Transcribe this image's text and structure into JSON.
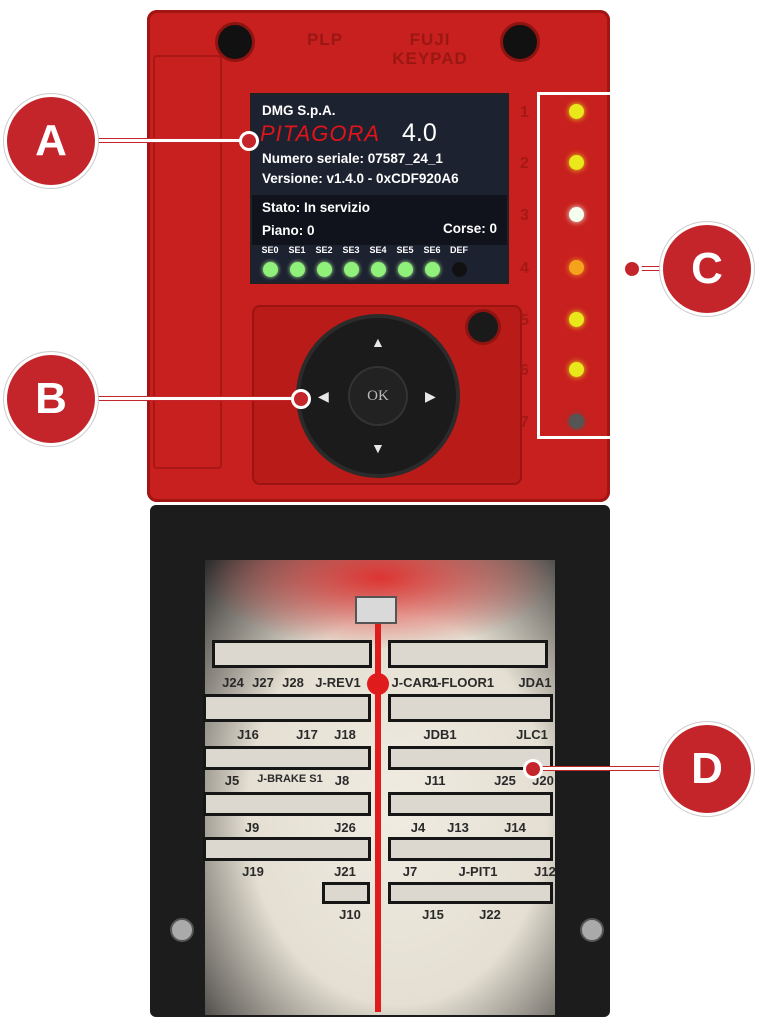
{
  "keypad": {
    "brand_left": "PLP",
    "brand_right": "FUJI\nKEYPAD",
    "ok_label": "OK"
  },
  "screen": {
    "company": "DMG S.p.A.",
    "logo": "PITAGORA",
    "logo_version": "4.0",
    "serial": "Numero seriale: 07587_24_1",
    "version": "Versione: v1.4.0 - 0xCDF920A6",
    "status": "Stato: In servizio",
    "floor": "Piano: 0",
    "runs": "Corse: 0",
    "indicators": [
      {
        "label": "SE0",
        "on": true
      },
      {
        "label": "SE1",
        "on": true
      },
      {
        "label": "SE2",
        "on": true
      },
      {
        "label": "SE3",
        "on": true
      },
      {
        "label": "SE4",
        "on": true
      },
      {
        "label": "SE5",
        "on": true
      },
      {
        "label": "SE6",
        "on": true
      },
      {
        "label": "DEF",
        "on": false
      }
    ]
  },
  "leds": [
    {
      "number": "1",
      "color": "#e8e81a"
    },
    {
      "number": "2",
      "color": "#e8e81a"
    },
    {
      "number": "3",
      "color": "#f4fff0"
    },
    {
      "number": "4",
      "color": "#f5a21c"
    },
    {
      "number": "5",
      "color": "#e8e81a"
    },
    {
      "number": "6",
      "color": "#e8e81a"
    },
    {
      "number": "7",
      "color": "#555555"
    }
  ],
  "callouts": [
    "A",
    "B",
    "C",
    "D"
  ],
  "connectors": [
    "J24",
    "J27",
    "J28",
    "J-REV1",
    "J-CAR1",
    "J-FLOOR1",
    "JDA1",
    "J16",
    "J17",
    "J18",
    "JDB1",
    "JLC1",
    "J5",
    "J-BRAKE S1",
    "J8",
    "J11",
    "J25",
    "J20",
    "J9",
    "J26",
    "J4",
    "J13",
    "J14",
    "J19",
    "J21",
    "J7",
    "J-PIT1",
    "J12",
    "J10",
    "J15",
    "J22"
  ]
}
